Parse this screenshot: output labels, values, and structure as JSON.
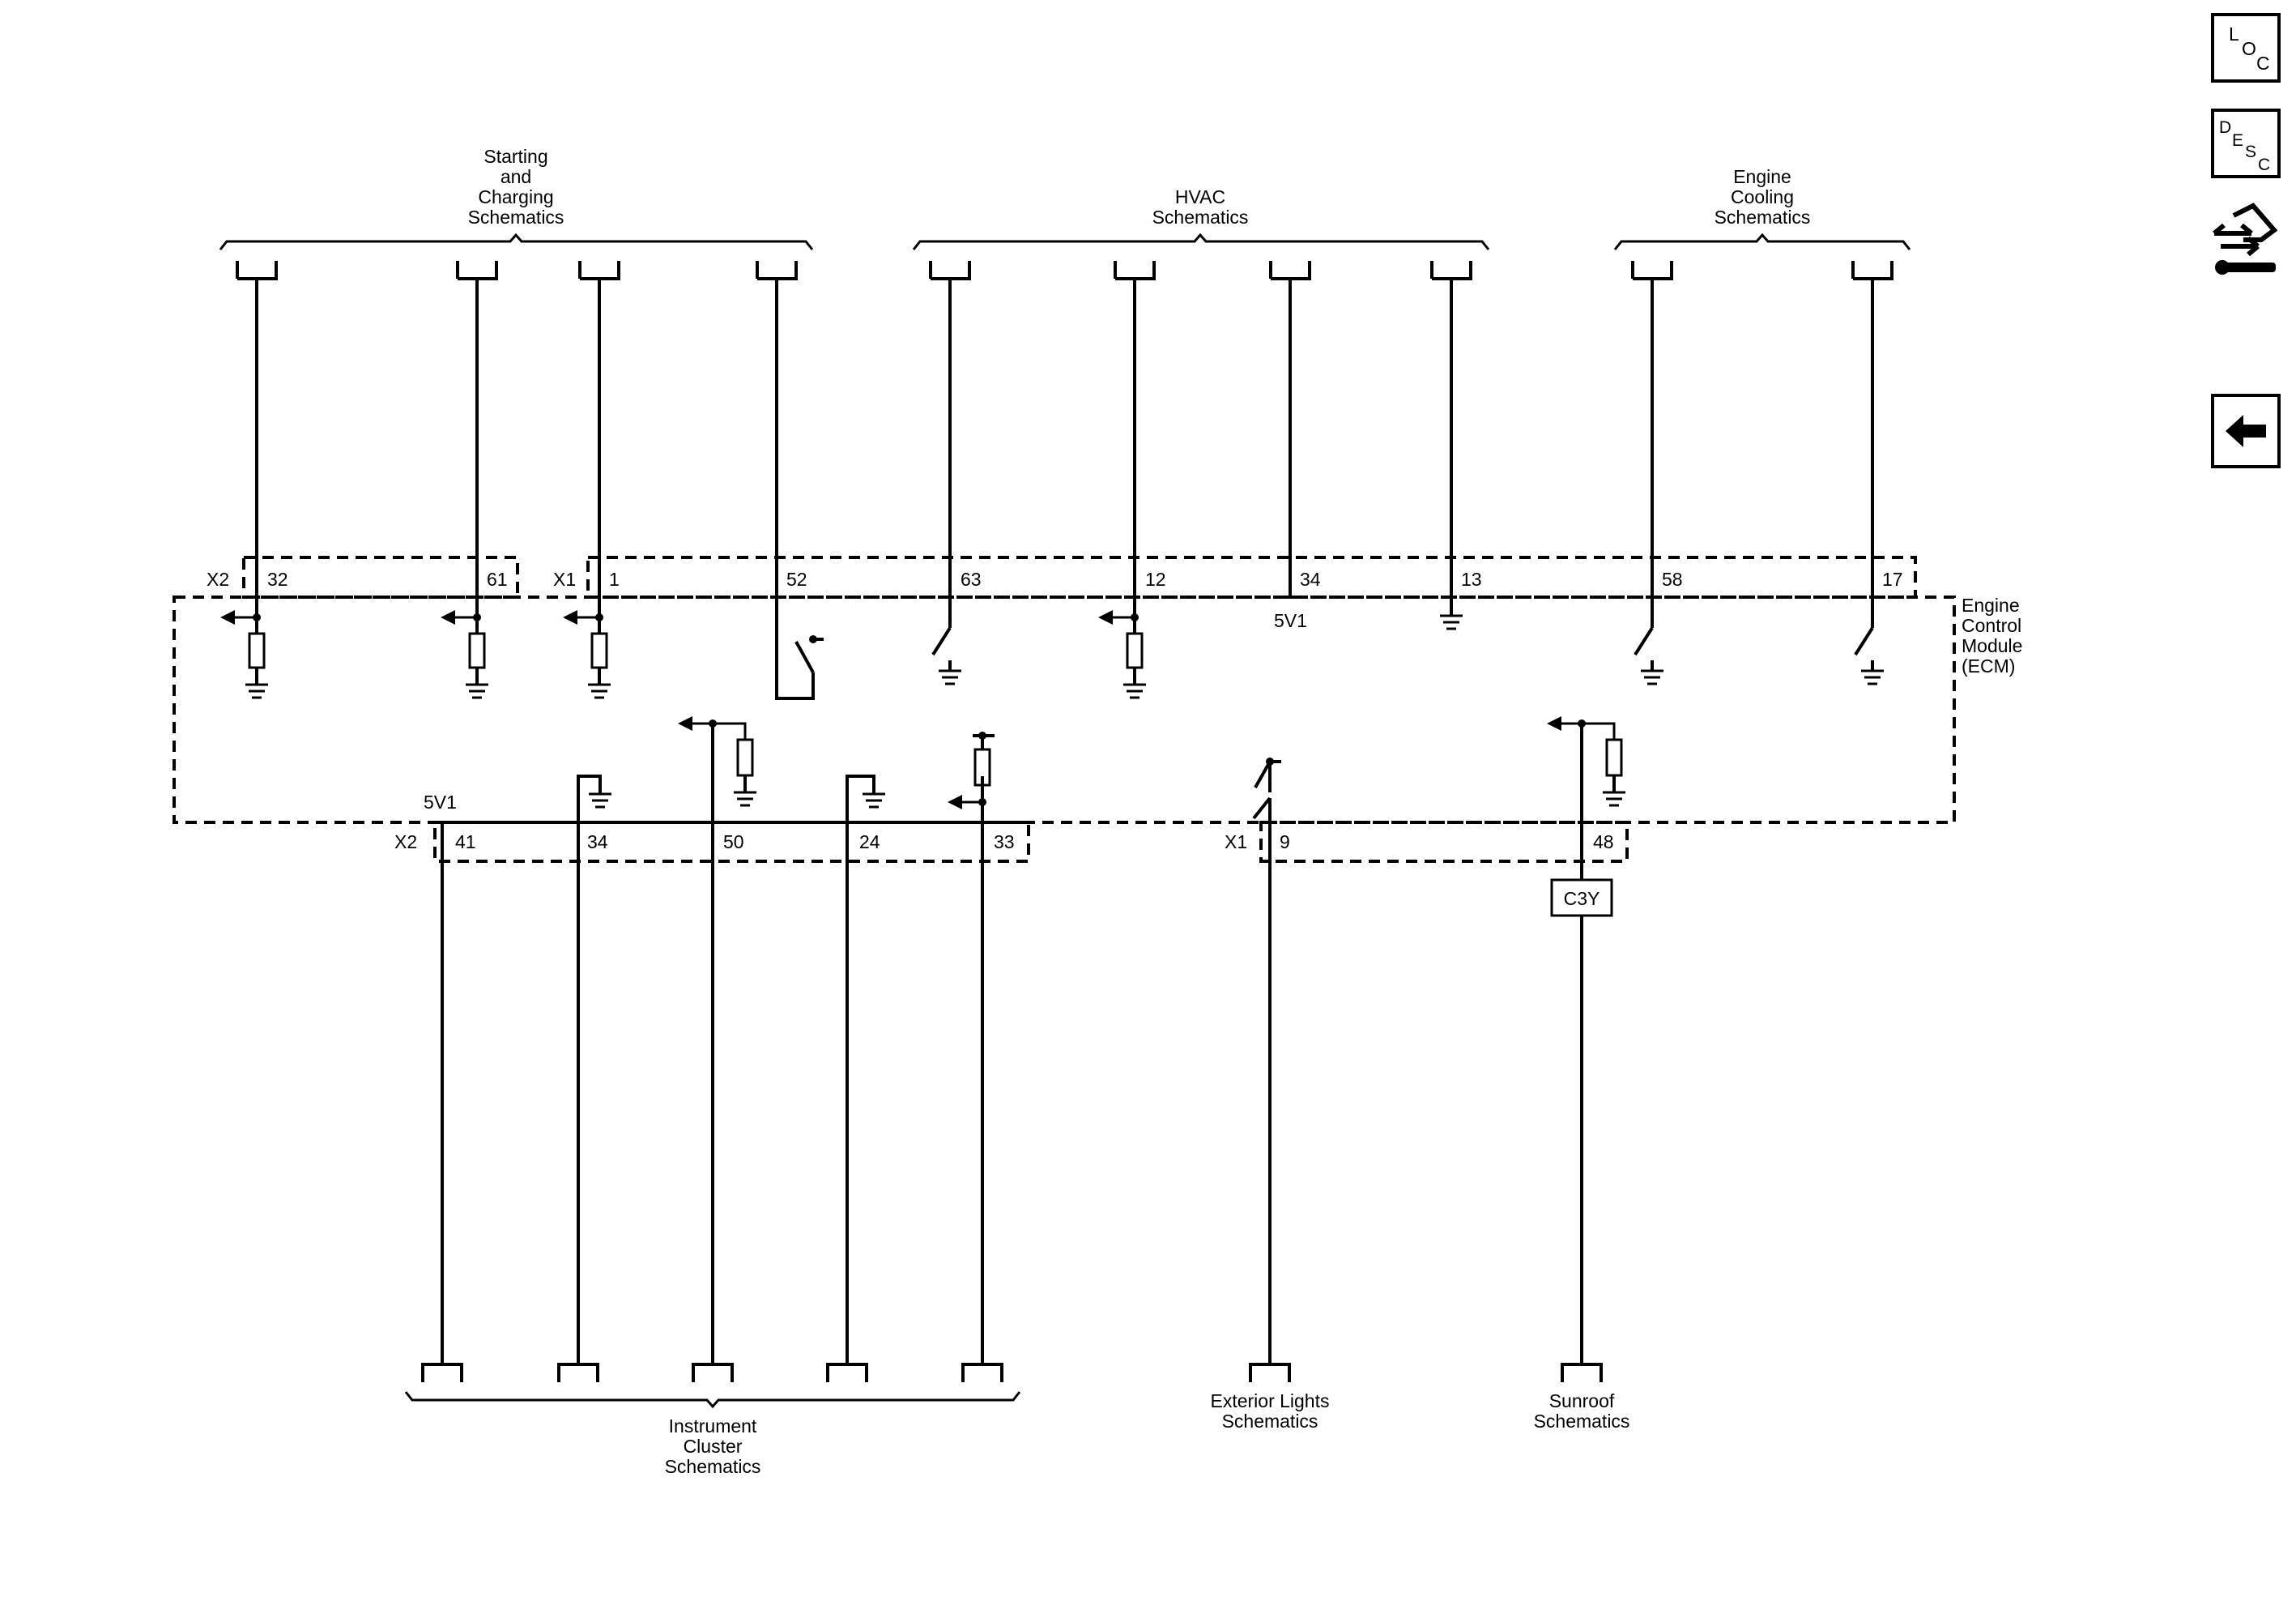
{
  "groups": {
    "starting_charging": [
      "Starting",
      "and",
      "Charging",
      "Schematics"
    ],
    "hvac": [
      "HVAC",
      "Schematics"
    ],
    "engine_cooling": [
      "Engine",
      "Cooling",
      "Schematics"
    ],
    "instrument_cluster": [
      "Instrument",
      "Cluster",
      "Schematics"
    ],
    "exterior_lights": [
      "Exterior Lights",
      "Schematics"
    ],
    "sunroof": [
      "Sunroof",
      "Schematics"
    ]
  },
  "module": {
    "name_lines": [
      "Engine",
      "Control",
      "Module",
      "(ECM)"
    ],
    "supply_label": "5V1"
  },
  "connectors": {
    "x1": "X1",
    "x2": "X2"
  },
  "top_pins": {
    "p32": "32",
    "p61": "61",
    "p1": "1",
    "p52": "52",
    "p63": "63",
    "p12": "12",
    "p34": "34",
    "p13": "13",
    "p58": "58",
    "p17": "17"
  },
  "bottom_pins": {
    "p41": "41",
    "p34": "34",
    "p50": "50",
    "p24": "24",
    "p33": "33",
    "p9": "9",
    "p48": "48"
  },
  "inline_connector": "C3Y",
  "nav": {
    "loc": {
      "a": "L",
      "b": "O",
      "c": "C"
    },
    "desc": {
      "a": "D",
      "b": "E",
      "c": "S",
      "d": "C"
    }
  }
}
